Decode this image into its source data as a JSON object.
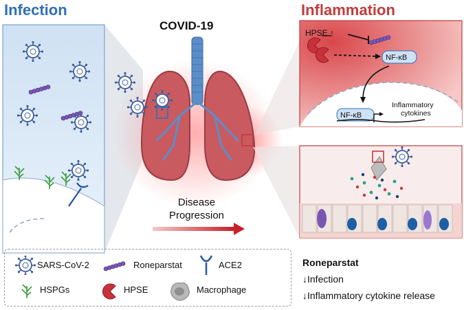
{
  "titles": {
    "infection": "Infection",
    "covid": "COVID-19",
    "inflammation": "Inflammation"
  },
  "inflammation_panel": {
    "hpse_label": "HPSE ↑",
    "nfkb_top": "NF-κB",
    "nfkb_bottom": "NF-κB",
    "cytokines_line1": "Inflammatory",
    "cytokines_line2": "cytokines"
  },
  "arrow": {
    "line1": "Disease",
    "line2": "Progression"
  },
  "legend": {
    "items": [
      {
        "label": "SARS-CoV-2",
        "icon": "virus-icon"
      },
      {
        "label": "Roneparstat",
        "icon": "roneparstat-chain-icon"
      },
      {
        "label": "ACE2",
        "icon": "ace2-receptor-icon"
      },
      {
        "label": "HSPGs",
        "icon": "hspg-icon"
      },
      {
        "label": "HPSE",
        "icon": "hpse-icon"
      },
      {
        "label": "Macrophage",
        "icon": "macrophage-icon"
      }
    ]
  },
  "summary": {
    "title": "Roneparstat",
    "items": [
      "↓Infection",
      "↓Inflammatory cytokine release"
    ]
  },
  "colors": {
    "infection_blue": "#2f6fb5",
    "inflammation_red": "#c23b3b",
    "lung": "#c95a60",
    "trachea": "#5b8ec9"
  }
}
